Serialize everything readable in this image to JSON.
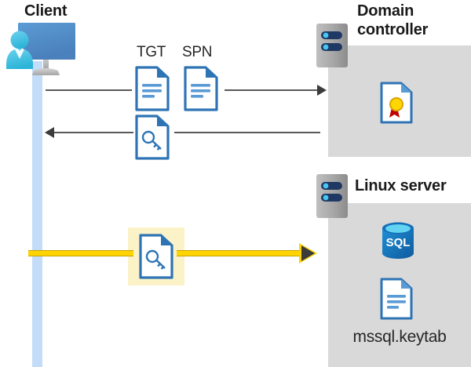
{
  "diagram": {
    "title_client": "Client",
    "title_domain_controller": "Domain\ncontroller",
    "title_domain_controller_line1": "Domain",
    "title_domain_controller_line2": "controller",
    "title_linux_server": "Linux server",
    "labels": {
      "tgt": "TGT",
      "spn": "SPN",
      "keytab_file": "mssql.keytab",
      "sql_text": "SQL"
    },
    "icons": {
      "client": "user-computer-icon",
      "domain_controller_rack": "server-rack-icon",
      "linux_server_rack": "server-rack-icon",
      "tgt_document": "document-icon",
      "spn_document": "document-icon",
      "ticket_key_document": "document-key-icon",
      "service_ticket_key_document": "document-key-icon",
      "certificate": "certificate-document-icon",
      "sql_database": "sql-database-icon",
      "keytab_document": "document-icon"
    },
    "flows": [
      {
        "name": "request-tgt-spn",
        "direction": "right",
        "from": "client",
        "to": "domain-controller",
        "artifacts": [
          "TGT",
          "SPN"
        ],
        "highlighted": false
      },
      {
        "name": "issue-service-ticket",
        "direction": "left",
        "from": "domain-controller",
        "to": "client",
        "artifacts": [
          "ticket-key-document"
        ],
        "highlighted": false
      },
      {
        "name": "present-service-ticket",
        "direction": "right",
        "from": "client",
        "to": "linux-server",
        "artifacts": [
          "ticket-key-document"
        ],
        "highlighted": true
      }
    ],
    "colors": {
      "panel_gray": "#d9d9d9",
      "lifeline_blue": "#c3ddf9",
      "highlight_yellow": "#fcf2c8",
      "gold_arrow": "#ffd400",
      "gold_arrow_border": "#c9a200",
      "line_gray": "#595959",
      "doc_blue": "#2e74b5",
      "sql_blue": "#1570b8",
      "seal_gold": "#ffcc00",
      "seal_red": "#c00000",
      "title_black": "#1a1a1a"
    }
  }
}
